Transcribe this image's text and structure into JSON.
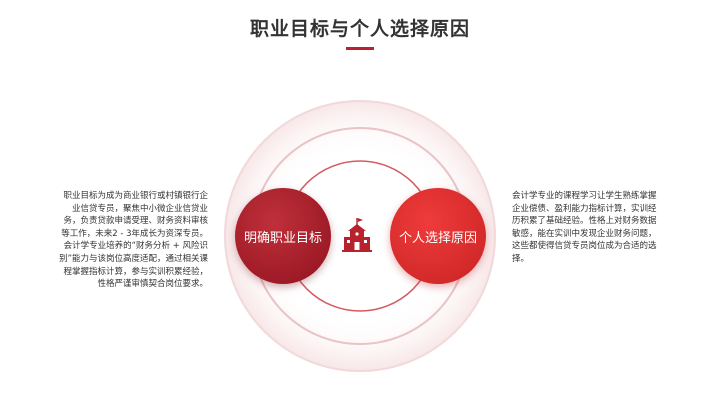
{
  "slide": {
    "title": "职业目标与个人选择原因",
    "accent_color": "#b8222c",
    "left_circle_label": "明确职业目标",
    "right_circle_label": "个人选择原因",
    "center_icon": "school-building-icon",
    "left_text": "职业目标为成为商业银行或村镇银行企业信贷专员，聚焦中小微企业信贷业务，负责贷款申请受理、财务资料审核等工作，未来2 - 3年成长为资深专员。会计学专业培养的“财务分析 + 风险识别”能力与该岗位高度适配，通过相关课程掌握指标计算，参与实训积累经验，性格严谨审慎契合岗位要求。",
    "right_text": "会计学专业的课程学习让学生熟练掌握企业偿债、盈利能力指标计算，实训经历积累了基础经验。性格上对财务数据敏感，能在实训中发现企业财务问题，这些都使得信贷专员岗位成为合适的选择。"
  }
}
